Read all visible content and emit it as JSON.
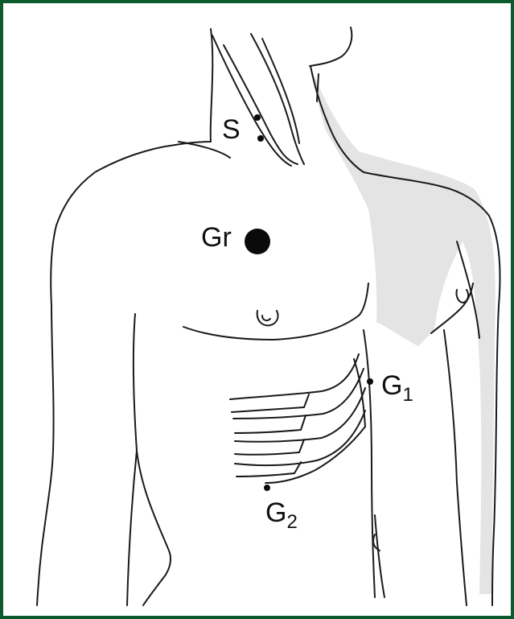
{
  "colors": {
    "frame": "#0d5a2c",
    "ink": "#1a1a1a",
    "electrode": "#0a0a0a",
    "shade": "#e2e2e2"
  },
  "labels": {
    "s": "S",
    "gr": "Gr",
    "g1_main": "G",
    "g1_sub": "1",
    "g2_main": "G",
    "g2_sub": "2"
  }
}
